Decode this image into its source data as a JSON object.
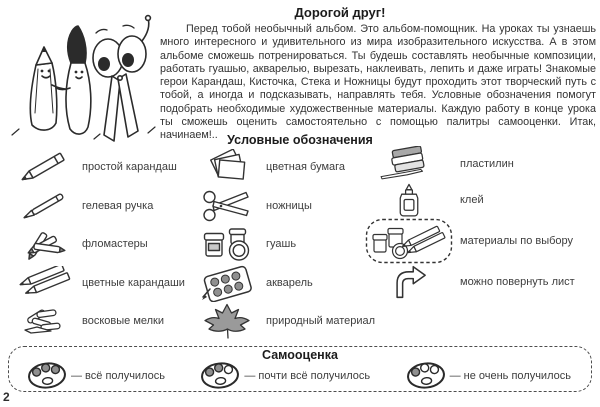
{
  "page": {
    "number": "2"
  },
  "intro": {
    "title": "Дорогой друг!",
    "paragraph": "Перед тобой необычный альбом. Это альбом-помощник. На уроках ты узнаешь много интересного и удивительного из мира изобразительного искусства. А в этом альбоме сможешь потренироваться. Ты будешь составлять необычные композиции, работать гуашью, акварелью, вырезать, наклеивать, лепить и даже играть! Знакомые герои Карандаш, Кисточка, Стека и Ножницы будут проходить этот творческий путь с тобой, а иногда и подсказывать, направлять тебя. Условные обозначения помогут подобрать необходимые художественные материалы. Каждую работу в конце урока ты сможешь оценить самостоятельно с помощью палитры самооценки. Итак, начинаем!.."
  },
  "legend": {
    "title": "Условные обозначения",
    "columns": [
      {
        "items": [
          {
            "icon": "pencil-icon",
            "label": "простой карандаш"
          },
          {
            "icon": "gel-pen-icon",
            "label": "гелевая ручка"
          },
          {
            "icon": "markers-icon",
            "label": "фломастеры"
          },
          {
            "icon": "colored-pencils-icon",
            "label": "цветные карандаши"
          },
          {
            "icon": "wax-crayons-icon",
            "label": "восковые мелки"
          }
        ]
      },
      {
        "items": [
          {
            "icon": "colored-paper-icon",
            "label": "цветная бумага"
          },
          {
            "icon": "scissors-icon",
            "label": "ножницы"
          },
          {
            "icon": "gouache-icon",
            "label": "гуашь"
          },
          {
            "icon": "watercolor-icon",
            "label": "акварель"
          },
          {
            "icon": "natural-material-icon",
            "label": "природный материал"
          }
        ]
      },
      {
        "items": [
          {
            "icon": "plasticine-icon",
            "label": "пластилин"
          },
          {
            "icon": "glue-icon",
            "label": "клей"
          },
          {
            "icon": "materials-choice-icon",
            "label": "материалы по выбору"
          },
          {
            "icon": "turn-sheet-icon",
            "label": "можно повернуть лист"
          }
        ]
      }
    ]
  },
  "self_assessment": {
    "title": "Самооценка",
    "items": [
      {
        "icon": "palette-3-filled-icon",
        "label": "— всё получилось"
      },
      {
        "icon": "palette-2-filled-icon",
        "label": "— почти всё получилось"
      },
      {
        "icon": "palette-1-filled-icon",
        "label": "— не очень получилось"
      }
    ]
  },
  "colors": {
    "ink": "#333333",
    "well_fill": "#8f8f8f",
    "leaf_fill": "#999999"
  }
}
